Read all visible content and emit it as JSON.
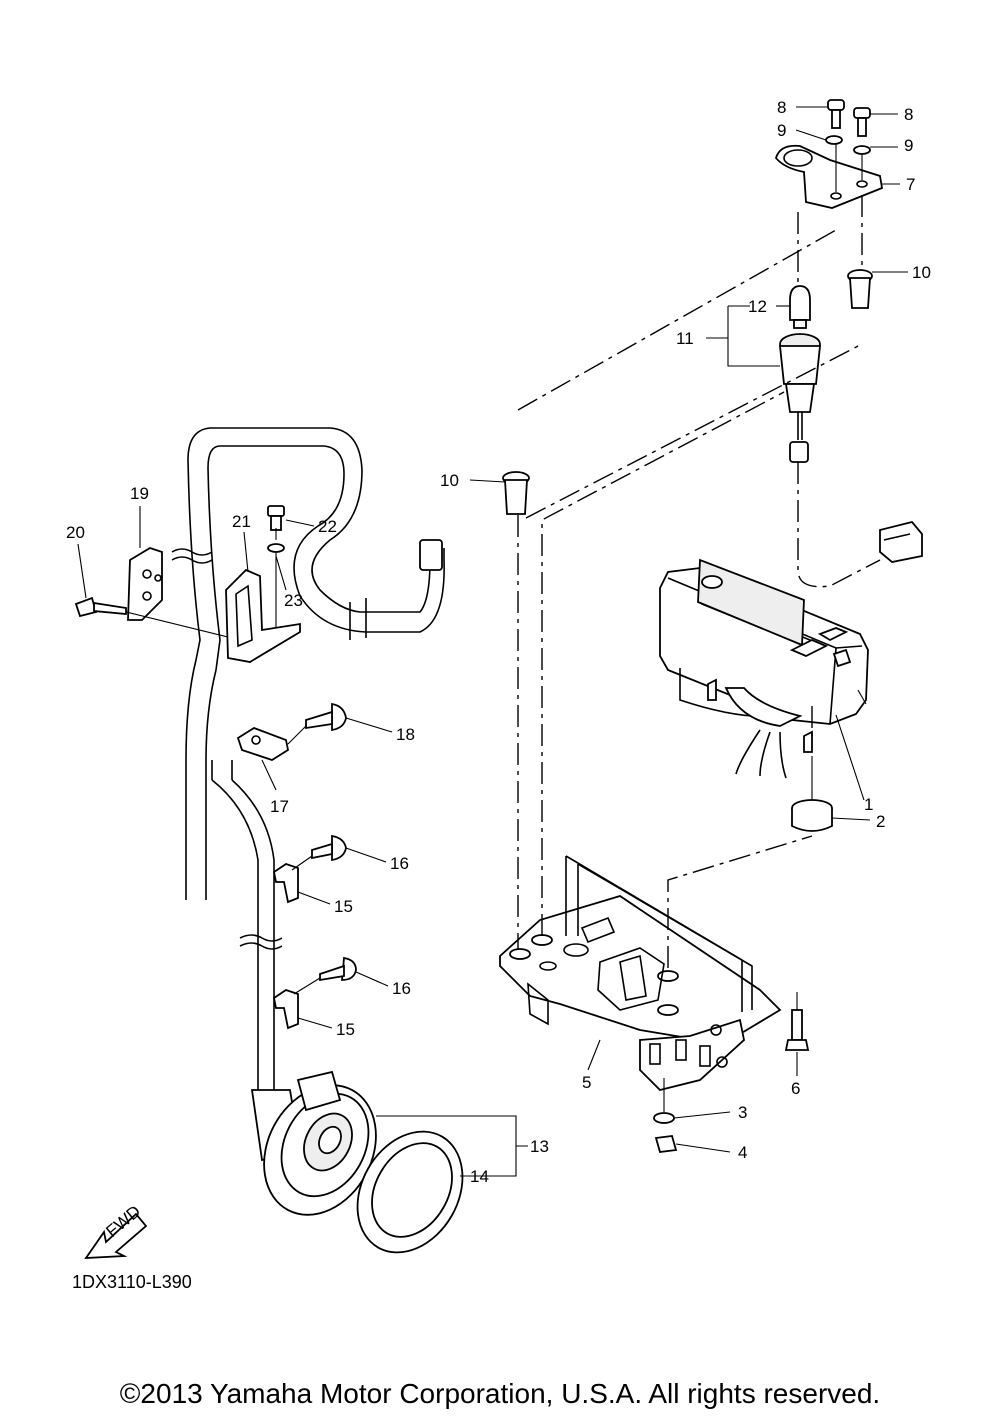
{
  "callouts": {
    "c1": "1",
    "c2": "2",
    "c3": "3",
    "c4": "4",
    "c5": "5",
    "c6": "6",
    "c7": "7",
    "c8a": "8",
    "c8b": "8",
    "c9a": "9",
    "c9b": "9",
    "c10a": "10",
    "c10b": "10",
    "c11": "11",
    "c12": "12",
    "c13": "13",
    "c14": "14",
    "c15a": "15",
    "c15b": "15",
    "c16a": "16",
    "c16b": "16",
    "c17": "17",
    "c18": "18",
    "c19": "19",
    "c20": "20",
    "c21": "21",
    "c22": "22",
    "c23": "23"
  },
  "fwd_label": "FWD",
  "diagram_code": "1DX3110-L390",
  "copyright": "©2013 Yamaha Motor Corporation, U.S.A. All rights reserved."
}
